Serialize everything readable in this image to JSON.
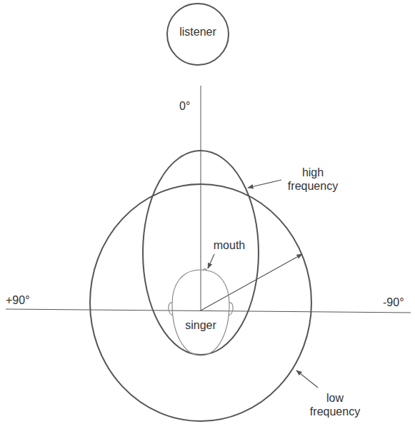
{
  "diagram": {
    "nodes": [
      {
        "text": [
          "listener"
        ]
      },
      {
        "text": [
          "singer"
        ]
      }
    ],
    "labels": [
      "0°",
      "high frequency",
      "mouth",
      "+90°",
      "-90°",
      "low frequency"
    ]
  }
}
